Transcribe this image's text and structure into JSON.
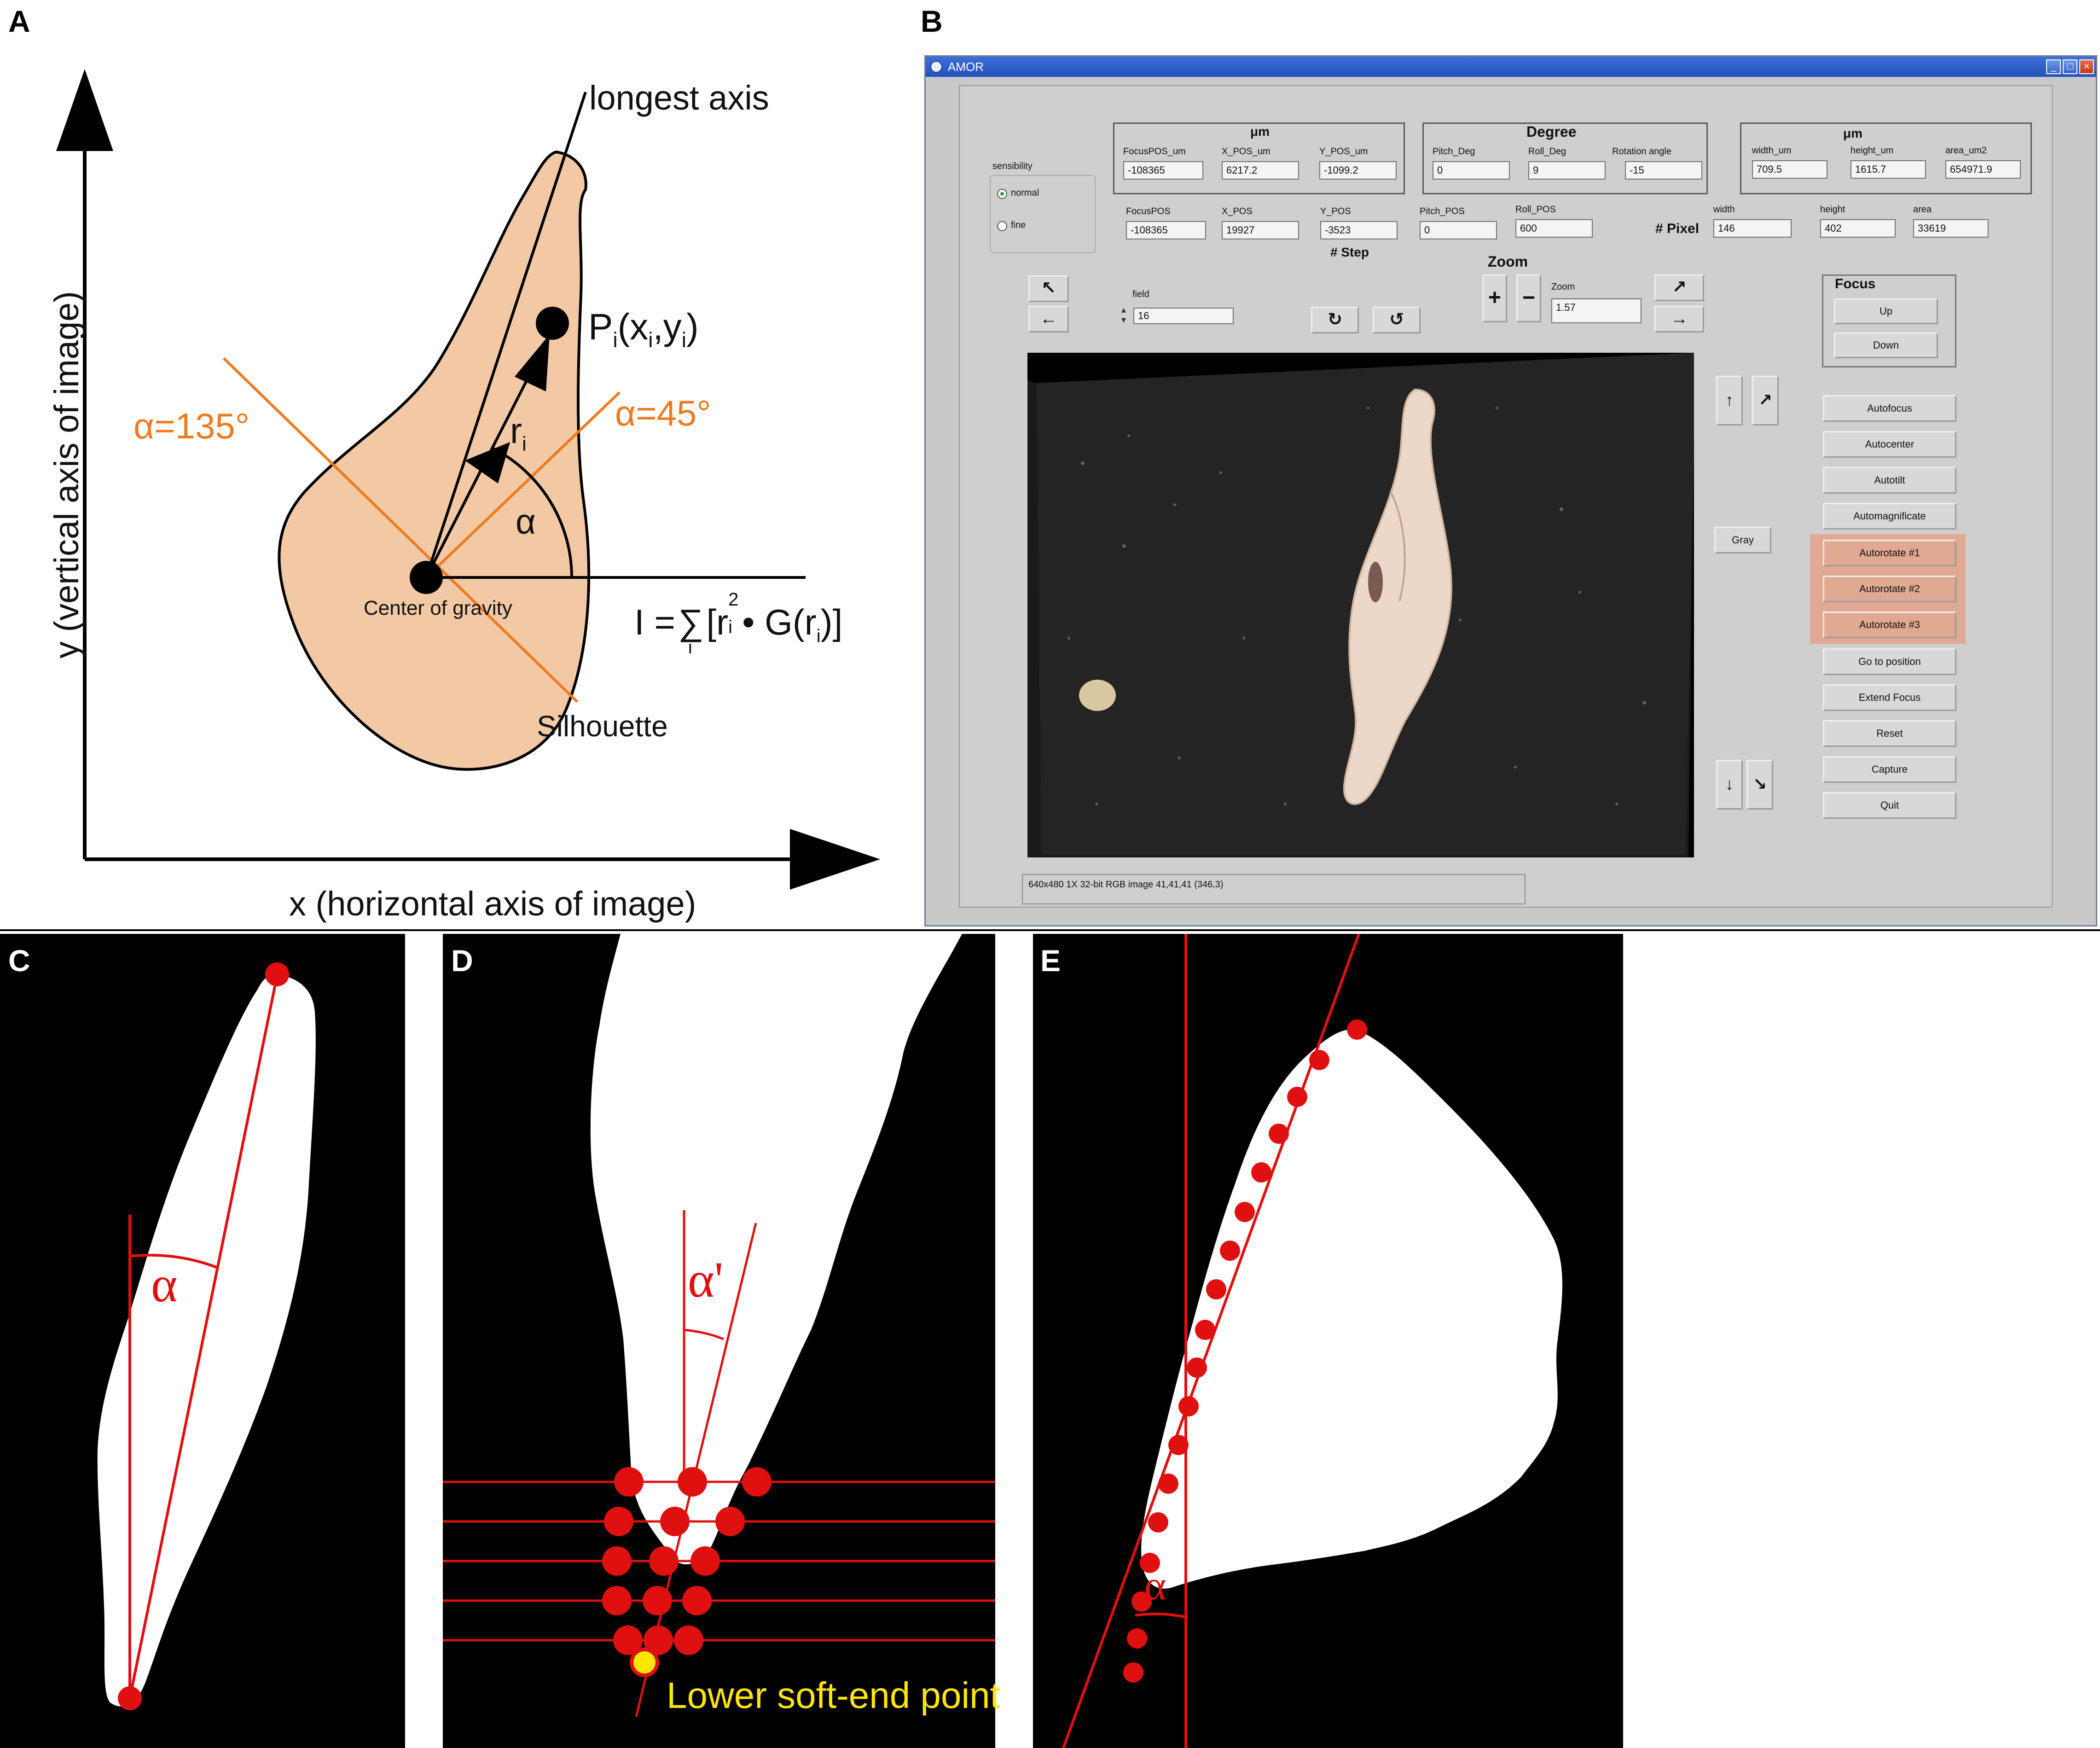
{
  "panel_labels": {
    "a": "A",
    "b": "B",
    "c": "C",
    "d": "D",
    "e": "E"
  },
  "panel_a": {
    "longest_axis": "longest axis",
    "y_axis": "y  (vertical axis of image)",
    "x_axis": "x  (horizontal axis of image)",
    "alpha135": "α=135°",
    "alpha45": "α=45°",
    "alpha": "α",
    "point_main": "P",
    "point_sub": "i",
    "point_coords": "(x",
    "point_coords_sub": "i",
    "point_coords_mid": ",y",
    "point_coords_sub2": "i",
    "point_coords_end": ")",
    "r": "r",
    "r_sub": "i",
    "center_of_gravity": "Center of gravity",
    "silhouette": "Silhouette",
    "formula_lhs": "I =",
    "formula_sum": "∑",
    "formula_sum_sub": "i",
    "formula_rhs_1": "[r",
    "formula_rhs_sup": "2",
    "formula_rhs_sub": "i",
    "formula_rhs_2": "• G(r",
    "formula_rhs_sub2": "i",
    "formula_rhs_3": ")]",
    "colors": {
      "fill": "#f2c9a4",
      "orange": "#ec7c22"
    }
  },
  "panel_b": {
    "window_title": "AMOR",
    "sensibility": {
      "label": "sensibility",
      "options": [
        "normal",
        "fine"
      ],
      "selected": "normal"
    },
    "um_group_1": {
      "title": "μm",
      "labels": [
        "FocusPOS_um",
        "X_POS_um",
        "Y_POS_um"
      ],
      "values": [
        "-108365",
        "6217.2",
        "-1099.2"
      ]
    },
    "degree_group": {
      "title": "Degree",
      "labels": [
        "Pitch_Deg",
        "Roll_Deg",
        "Rotation angle"
      ],
      "values": [
        "0",
        "9",
        "-15"
      ]
    },
    "um_group_2": {
      "title": "μm",
      "labels": [
        "width_um",
        "height_um",
        "area_um2"
      ],
      "values": [
        "709.5",
        "1615.7",
        "654971.9"
      ]
    },
    "step_row": {
      "labels": [
        "FocusPOS",
        "X_POS",
        "Y_POS",
        "Pitch_POS",
        "Roll_POS"
      ],
      "values": [
        "-108365",
        "19927",
        "-3523",
        "0",
        "600"
      ],
      "caption": "# Step"
    },
    "pixel_row": {
      "caption": "# Pixel",
      "labels": [
        "width",
        "height",
        "area"
      ],
      "values": [
        "146",
        "402",
        "33619"
      ]
    },
    "field": {
      "label": "field",
      "value": "16"
    },
    "zoom": {
      "title": "Zoom",
      "label": "Zoom",
      "value": "1.57",
      "plus": "+",
      "minus": "−"
    },
    "arrows": {
      "up_left": "↖",
      "left": "←",
      "up_right": "↗",
      "right": "→",
      "rot_cw": "↻",
      "rot_ccw": "↺",
      "up": "↑",
      "up_right2": "↗",
      "down": "↓",
      "down_right": "↘"
    },
    "gray": "Gray",
    "focus": {
      "title": "Focus",
      "up": "Up",
      "down": "Down"
    },
    "buttons": [
      "Autofocus",
      "Autocenter",
      "Autotilt",
      "Automagnificate",
      "Autorotate #1",
      "Autorotate #2",
      "Autorotate #3",
      "Go to position",
      "Extend Focus",
      "Reset",
      "Capture",
      "Quit"
    ],
    "status": "640x480 1X 32-bit RGB image 41,41,41     (346,3)",
    "highlight_color": "#e79a78"
  },
  "panel_c": {
    "alpha": "α"
  },
  "panel_d": {
    "alpha_prime": "α'",
    "lower_soft_end": "Lower soft-end point"
  },
  "panel_e": {
    "alpha": "α"
  }
}
